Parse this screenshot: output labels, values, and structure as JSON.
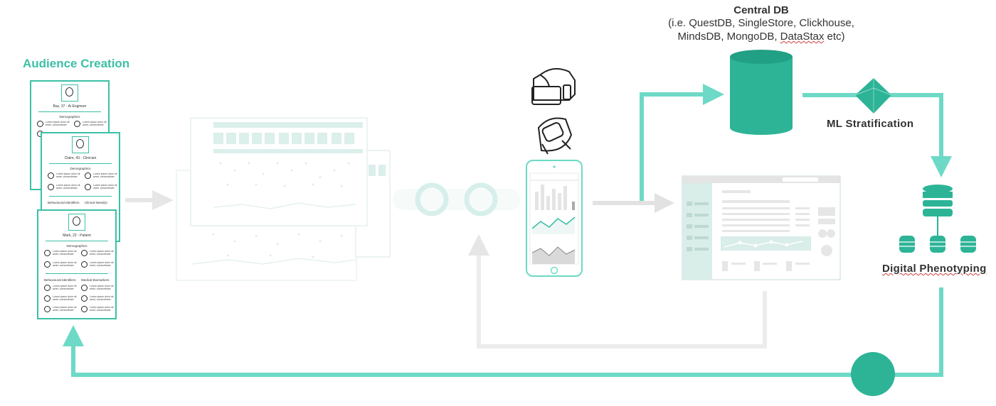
{
  "audience_title": "Audience Creation",
  "cards": [
    {
      "name": "Baz, 37 - Ai Engineer",
      "section": "Demographics",
      "item_text": "Lorem ipsum dolor sit amet, consectetuer"
    },
    {
      "name": "Claire, 43 - Clinician",
      "section": "Demographics",
      "section_left": "Behavioural Identifiers",
      "section_right": "Clinical Need(s)",
      "item_text": "Lorem ipsum dolor sit amet, consectetuer"
    },
    {
      "name": "Mark, 22 - Patient",
      "section": "Demographics",
      "section_left": "Behavioural Identifiers",
      "section_right": "Medical Biomarkers",
      "item_text": "Lorem ipsum dolor sit amet, consectetuer"
    }
  ],
  "central_db": {
    "title": "Central DB",
    "line1": "(i.e. QuestDB, SingleStore, Clickhouse,",
    "line2_a": "MindsDB, MongoDB, ",
    "line2_b": "DataStax",
    "line2_c": " etc)"
  },
  "ml_label": "ML Stratification",
  "dp_label": "Digital Phenotyping",
  "colors": {
    "accent": "#3cc0a6",
    "accent_light": "#6dd9c6",
    "ghost": "#e6e6e6",
    "ghost_teal": "#d7ede8"
  }
}
